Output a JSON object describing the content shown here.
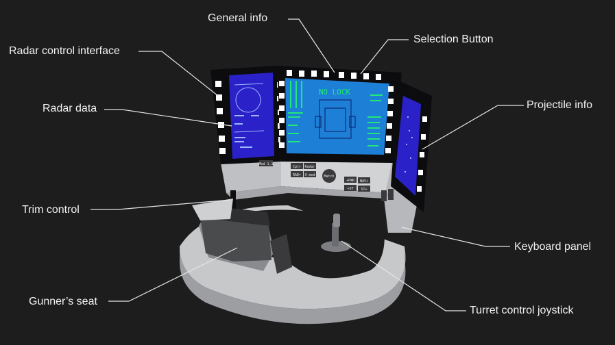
{
  "callouts": {
    "general_info": "General info",
    "selection_button": "Selection Button",
    "radar_control_interface": "Radar control interface",
    "radar_data": "Radar data",
    "projectile_info": "Projectile info",
    "trim_control": "Trim control",
    "keyboard_panel": "Keyboard panel",
    "gunners_seat": "Gunner’s seat",
    "turret_control_joystick": "Turret control joystick"
  },
  "screen": {
    "center_title": "NO LOCK"
  },
  "buttons": {
    "left_panel": "Mod 1.1",
    "center_row1": [
      "Cptr",
      "Radar"
    ],
    "center_row2": [
      "RAD+",
      "X-mod"
    ],
    "center_knob": "Match",
    "right_row1": [
      "+PWR",
      "NAV+"
    ],
    "right_row2": [
      "+ST",
      "ST+"
    ]
  },
  "colors": {
    "background": "#1d1d1d",
    "label_text": "#f2f2f2",
    "leader_line": "#e6e6e6",
    "screen_blue": "#1e7fd6",
    "radar_screen": "#2a22c8",
    "screen_text": "#22e87a",
    "console_grey": "#c9cacc"
  }
}
